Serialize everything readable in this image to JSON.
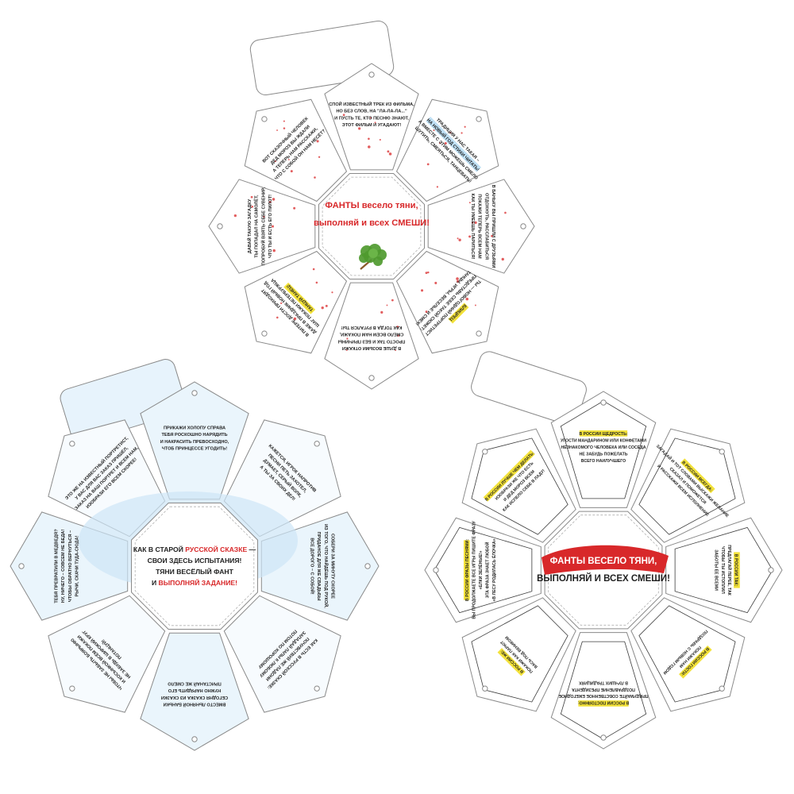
{
  "colors": {
    "accent_red": "#d8282a",
    "highlight_yellow": "#f3e23a",
    "highlight_blue": "#bfe0f5",
    "winter_blue": "#cde6f6",
    "winter_pale": "#eaf5fc",
    "text_dark": "#1f1f1f",
    "outline": "#8a8a8a",
    "leaf_green": "#4f9a2f"
  },
  "wheels": [
    {
      "id": "top",
      "theme": "white-dots",
      "center": {
        "lines": [
          [
            {
              "t": "ФАНТЫ весело тяни,",
              "c": "red"
            }
          ],
          [
            {
              "t": "выполняй и всех СМЕШИ!",
              "c": "red"
            }
          ]
        ],
        "icon": "birch-broom-icon"
      },
      "segments": [
        {
          "lines": [
            "СПОЙ ИЗВЕСТНЫЙ ТРЕК ИЗ ФИЛЬМА,",
            "НО БЕЗ СЛОВ, НА \"ЛА-ЛА-ЛА...\"",
            "И ПУСТЬ ТЕ, КТО ПЕСНЮ ЗНАЮТ,",
            "ЭТОТ ФИЛЬМ И УГАДАЮТ!"
          ]
        },
        {
          "lines": [
            "ТРАДИЦИЯ У НАС ТАКАЯ –",
            "НА НОВЫЙ ГОД СТИХИ ЧИТАТЬ!",
            "А ВМЕСТЕ С ЭТИМ МОЖЕШЬ СМЕЛО",
            "ШУТИТЬ, СМЕЯТЬСЯ, ТАНЦЕВАТЬ!"
          ],
          "hl": {
            "line": 1,
            "color": "blue"
          }
        },
        {
          "lines": [
            "В БАНЬКУ ВЫ ПРИШЛИ С ДРУЗЬЯМИ",
            "ОТДОХНУТЬ, РАССЛАБИТЬСЯ",
            "ПОКАЖИ ТЕПЕРЬ ВСЕМ НАМ",
            "КАК ТЫ УМЕЕШЬ ПАРИТЬСЯ!"
          ]
        },
        {
          "lines": [
            "БЛИЦРЕЦ",
            "ТЫ — НОВОГОДНИЙ ПОРТРЕТИСТ",
            "ПРЕДСТАВЬ СЕБЕ ТАКОЙ СЮЖЕТ:",
            "ТАНЦЫ, ИГРЫ, ВЕСЕЛЬЕ И СМЕХ!"
          ],
          "hl": {
            "line": 0,
            "color": "yellow"
          }
        },
        {
          "lines": [
            "В ДУШЕ ВОЗЬМИ ОТКАЖИ",
            "ПРОСТО ТАК И БЕЗ ПРИЧИНЫ",
            "СМЕЛО ВСЕМ НАМ ПОКАЖИ,",
            "КАК ТОГДА В РУГАЛСЯ ТЫ!"
          ]
        },
        {
          "lines": [
            "В ПИТЕРЕ ДОСТИ ПРИХОДЯТ",
            "ДАЖЕ В ПРАЗДНИК НОВЫЙ ГОД",
            "ШАГ ПОКАЖИ ПЕТЕРБУРЖЦА",
            "ТАНЦУЙ ТАНЕЦ!"
          ],
          "hl": {
            "line": 3,
            "color": "yellow"
          }
        },
        {
          "lines": [
            "ДАВАЙ ТАКУЮ ЗАГАДКУ",
            "ТЫ ПОПАДАЛ НА САМОЛЁТ,",
            "ПОПРОБУЙ ВЗЯТЬ СЕБЕ СУВЕНИР,",
            "ЧТО ТЫ И ЕСТЬ ЕГО ПИЛОТ!"
          ]
        },
        {
          "lines": [
            "ВОТ СКАЗОЧНЫЙ ЧЕЛОВЕК",
            "ДЕД МОРОЗ ВЫ ЖДАЛИ",
            "А ТЕПЕРЬ НАМ РАССКАЖИ,",
            "ЧТО С СОБОЙ ОН НАМ НЕСЁТ?"
          ]
        }
      ]
    },
    {
      "id": "left",
      "theme": "winter",
      "center": {
        "lines": [
          [
            {
              "t": "КАК В СТАРОЙ ",
              "c": "dark"
            },
            {
              "t": "РУССКОЙ СКАЗКЕ",
              "c": "red"
            },
            {
              "t": " —",
              "c": "dark"
            }
          ],
          [
            {
              "t": "СВОИ ЗДЕСЬ ИСПЫТАНИЯ!",
              "c": "dark"
            }
          ],
          [
            {
              "t": "ТЯНИ ВЕСЁЛЫЙ ФАНТ",
              "c": "dark"
            }
          ],
          [
            {
              "t": "И ",
              "c": "dark"
            },
            {
              "t": "ВЫПОЛНЯЙ ЗАДАНИЕ!",
              "c": "red"
            }
          ]
        ]
      },
      "segments": [
        {
          "lines": [
            "ПРИКАЖИ ХОЛОПУ СПРАВА",
            "ТЕБЯ РОСКОШНО НАРЯДИТЬ",
            "И НАКРАСИТЬ ПРЕВОСХОДНО,",
            "ЧТОБ ПРИНЦЕССЕ УГОДИТЬ!"
          ]
        },
        {
          "lines": [
            "КАЖЕТСЯ, ИГРОК НАПРОТИВ",
            "ПЕСНИ ПЕТЬ ЗАХОТЕЛ,",
            "ДУМАЕТ, СЕРЫЙ ВОЛК,",
            "А ТЫ ЗА СВОИХ ДЕЛ!"
          ]
        },
        {
          "lines": [
            "СОБЕРИ ЗА МИНУТУ СКОРЕЕ",
            "ИЗ ТОГО, ЧТО НАЙДЁШЬ ПОД РУКОЙ,",
            "ПРИДАНОЕ ДЛЯ ЖЕ СВАДЬБЫ",
            "ВСЕ ДОРОГО – С СОБОЙ!"
          ]
        },
        {
          "lines": [
            "КАК ЕСТЬ В РУССКОЙ СКАЗКЕ:",
            "ПОЧУВСТВУЙ ЖЕ ЛАДОНИ",
            "ЗАПАДАЙ ЛАПЫ К ЛЮБОМУ",
            "ПОТОМ ПО ХОРОШОМУ"
          ]
        },
        {
          "lines": [
            "ВМЕСТО ЛЬНЯНОЙ БАНЬКИ",
            "СЕГОДНЯ СКАЗКА ИЗ СКАЗКИ",
            "НУЖНО НАРЯДИТЬ ЕГО",
            "ПРИСТАНАЙ ЖЕ СМЕЛО"
          ]
        },
        {
          "lines": [
            "ЧТОБЫ НЕ ЗАБЫТЬ БОЯРЫНЮ",
            "И КОСЫНКОЙ ВСЁМ ПОКАЖИ",
            "НЕ ЗАБУДЬ В ШИРОКИЙ КРУГ",
            "ПОТАНЦУЙ!"
          ]
        },
        {
          "lines": [
            "ТЕБЯ ПРЕВРАТИЛИ В МЕДВЕДЯ?",
            "НУ, НИЧЕГО – СОВСЕМ НЕ БЕДА!",
            "ЧТОБЫ ОБРАТНО ВЕРНУТЬСЯ –",
            "РЫЧИ, СКАЧИ ТУДА-СЮДА!"
          ]
        },
        {
          "lines": [
            "ЭТО ЖЕ НА ИЗВЕСТНЫЙ ПОРТРЕТИСТ,",
            "У ВАС ДЛЯ ВАС ЗАКАЗ ПРИШЁЛ,",
            "ЗАКАЗ НА ВАШ ПОРТРЕТ И ВСЕМ НАМ,",
            "ИЗОБРАЗИ ЕГО ВСЕМ СКОРЕЕ!"
          ]
        }
      ]
    },
    {
      "id": "right",
      "theme": "brush-red",
      "center": {
        "lines": [
          [
            {
              "t": "ФАНТЫ ВЕСЕЛО ТЯНИ,",
              "c": "white"
            }
          ],
          [
            {
              "t": "ВЫПОЛНЯЙ И ВСЕХ СМЕШИ!",
              "c": "dark"
            }
          ]
        ]
      },
      "segments": [
        {
          "lines": [
            "В РОССИИ ЩЕДРОСТЬ:",
            "УГОСТИ МАНДАРИНОМ ИЛИ КОНФЕТАМИ",
            "НЕЗНАКОМОГО ЧЕЛОВЕКА ИЛИ СОСЕДА",
            "НЕ ЗАБУДЬ ПОЖЕЛАТЬ",
            "ВСЕГО НАИЛУЧШЕГО"
          ],
          "hl": {
            "line": 0,
            "color": "yellow"
          }
        },
        {
          "lines": [
            "В РОССИИ ВСЕГДА:",
            "ЗАГАДАЙ И ТОТ СЛОВАМИ ВЫСКАЖИ ЖЕЛАНИЕ",
            "СКАЗАЛ И ПОМОЖЕТСЯ",
            "И РАССКАЖИ ВСЕМ ИСПОЛНЕНИЕ"
          ],
          "hl": {
            "line": 0,
            "color": "yellow"
          }
        },
        {
          "lines": [
            "В РОССИИ ТАК:",
            "ПРЕДЛАГАЙ ПЕРЕЕ, ТАК",
            "ЧТОБЫ ТЫ ИСТОПЛИЛ",
            "ЗАБОТЫ ЕЕ ВСЕМИ"
          ],
          "hl": {
            "line": 0,
            "color": "yellow"
          }
        },
        {
          "lines": [
            "В РОССИИ ГОСТИ:",
            "ПОКАЖИ НАМ",
            "ПОЗДРАВЬ С НОВЫМ ГОДОМ"
          ],
          "hl": {
            "line": 0,
            "color": "yellow"
          }
        },
        {
          "lines": [
            "В РОССИИ ПОСТОЯННО:",
            "ПРИДУМАЙТЕ СОБСТВЕННОЕ ЕЖЕГОДНОЕ",
            "ПОЗДРАВЛЕНИЕ ПРЕЗИДЕНТА",
            "В ЛУЧШИХ ТРАДИЦИЯХ"
          ],
          "hl": {
            "line": 0,
            "color": "yellow"
          }
        },
        {
          "lines": [
            "В РОССИИ ЖЕ:",
            "ПОКАЖИ КАК ПАРЮТ",
            "ВАСЬ ПОД ВЕНИКОМ"
          ],
          "hl": {
            "line": 0,
            "color": "yellow"
          }
        },
        {
          "lines": [
            "В РОССИИ ФРАЗЫ ПЕСНЯМИ:",
            "ВЫ ПРОДОЛЖАЕТЕ ВСЕ ИГРЫ ПИШИТЕ ФРАЗУ",
            "«ЕЛКИ ЗЕЛЁНЫЕ!»",
            "ЭТА ФРАЗА ЗНАЕТ ЛЮБОЙ",
            "«В ЛЕСУ РОДИЛАСЬ ЁЛОЧКА»"
          ],
          "hl": {
            "line": 0,
            "color": "yellow"
          }
        },
        {
          "lines": [
            "В РОССИИ ЛУЧШЕ ЧЕМ ДЕЛАТЬ:",
            "ИЗОБРАЗИ ЖЕ ЧТО ЕСТЬ",
            "И ДЕД МОРОЗ ВСЕМ",
            "КАК ИСПЕЛО СЕБЕ В ЛАДУ!"
          ],
          "hl": {
            "line": 0,
            "color": "yellow"
          }
        }
      ]
    }
  ]
}
